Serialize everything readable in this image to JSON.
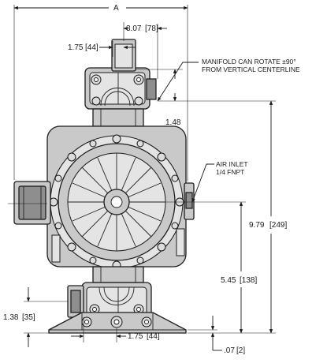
{
  "dimensions": {
    "overall_width": "A",
    "manifold_offset": "3.07",
    "manifold_offset_mm": "[78]",
    "manifold_port_offset": "1.75",
    "manifold_port_offset_mm": "[44]",
    "manifold_height": "1.48",
    "overall_height": "9.79",
    "overall_height_mm": "[249]",
    "centerline_height": "5.45",
    "centerline_height_mm": "[138]",
    "base_port_height": "1.38",
    "base_port_height_mm": "[35]",
    "base_port_offset": "1.75",
    "base_port_offset_mm": "[44]",
    "base_thickness": ".07",
    "base_thickness_mm": "[2]"
  },
  "notes": {
    "manifold_rotate_line1": "MANIFOLD CAN ROTATE ±90°",
    "manifold_rotate_line2": "FROM VERTICAL CENTERLINE",
    "air_inlet_line1": "AIR INLET",
    "air_inlet_line2": "1/4 FNPT"
  }
}
